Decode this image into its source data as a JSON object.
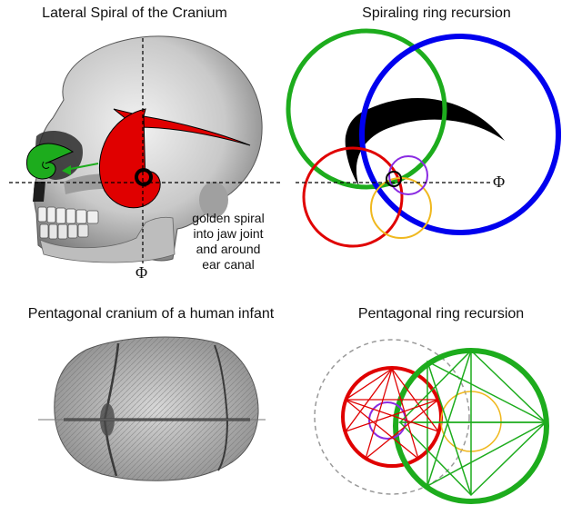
{
  "panels": {
    "top_left": {
      "title": "Lateral Spiral of the Cranium",
      "axis_symbol_h": "",
      "axis_symbol_v": "Φ",
      "note_lines": [
        "golden spiral",
        "into jaw joint",
        "and around",
        "ear canal"
      ]
    },
    "top_right": {
      "title": "Spiraling ring recursion",
      "axis_symbol": "Φ"
    },
    "bottom_left": {
      "title": "Pentagonal cranium of a human infant"
    },
    "bottom_right": {
      "title": "Pentagonal ring recursion"
    }
  },
  "colors": {
    "red": "#e00000",
    "green": "#1dac1d",
    "blue": "#0000ee",
    "purple": "#8a2be2",
    "gold": "#f0b81e",
    "gray": "#9a9a9a",
    "black": "#000000"
  }
}
